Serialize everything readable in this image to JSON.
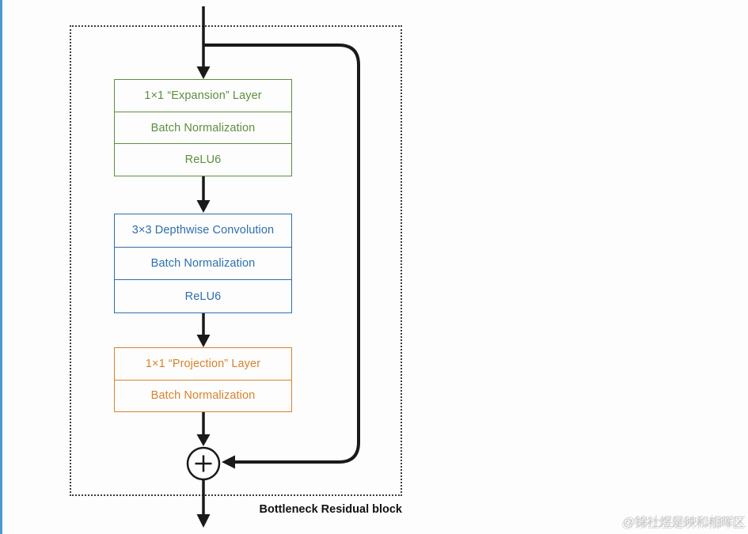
{
  "page": {
    "background_color": "#fdfdfd",
    "accent_bar_color": "#4a9ad2",
    "line_color": "#1a1a1a"
  },
  "diagram": {
    "block_label": "Bottleneck Residual block",
    "add_symbol": "+",
    "groups": [
      {
        "id": "expansion",
        "color": "#5d8f3f",
        "rows": [
          "1×1 “Expansion” Layer",
          "Batch Normalization",
          "ReLU6"
        ]
      },
      {
        "id": "depthwise",
        "color": "#2e6fad",
        "rows": [
          "3×3 Depthwise Convolution",
          "Batch Normalization",
          "ReLU6"
        ]
      },
      {
        "id": "projection",
        "color": "#d9822d",
        "rows": [
          "1×1 “Projection” Layer",
          "Batch Normalization"
        ]
      }
    ]
  },
  "watermark": {
    "text": "@锦社煜是映和相晖区",
    "color": "#a0a0a0"
  }
}
